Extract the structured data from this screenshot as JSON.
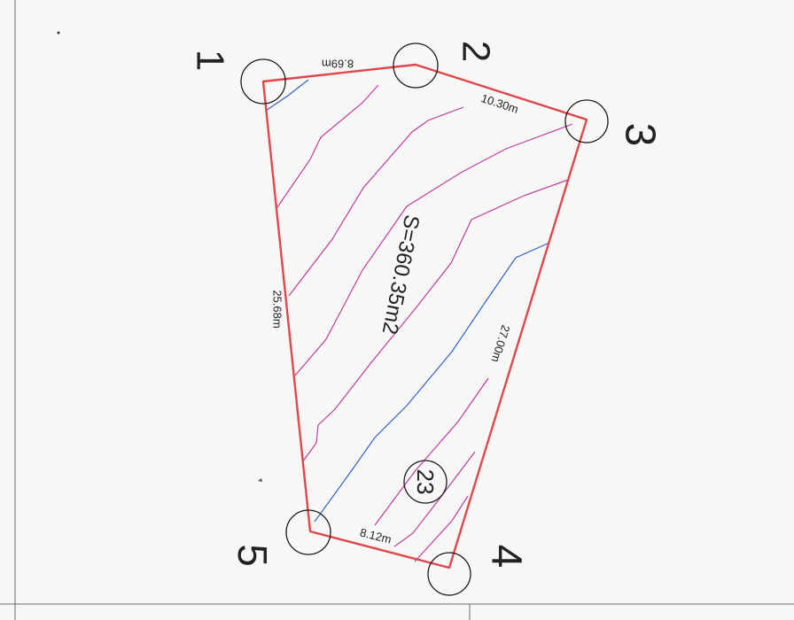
{
  "colors": {
    "paper": "#f7f7f5",
    "boundary": "#e0464e",
    "contour": "#c23aa0",
    "contour_blue": "#2f63c8",
    "ink": "#1a1a1a",
    "frame": "#6b6b6b"
  },
  "plot": {
    "area_label": "S=360.35m2",
    "vertices": [
      {
        "id": "1",
        "label": "1"
      },
      {
        "id": "2",
        "label": "2"
      },
      {
        "id": "3",
        "label": "3"
      },
      {
        "id": "4",
        "label": "4"
      },
      {
        "id": "5",
        "label": "5"
      }
    ],
    "edges": [
      {
        "from": "1",
        "to": "2",
        "length": "8.69m"
      },
      {
        "from": "2",
        "to": "3",
        "length": "10.30m"
      },
      {
        "from": "3",
        "to": "4",
        "length": "27.00m"
      },
      {
        "from": "4",
        "to": "5",
        "length": "8.12m"
      },
      {
        "from": "5",
        "to": "1",
        "length": "25.68m"
      }
    ],
    "circled_marker": "23"
  }
}
